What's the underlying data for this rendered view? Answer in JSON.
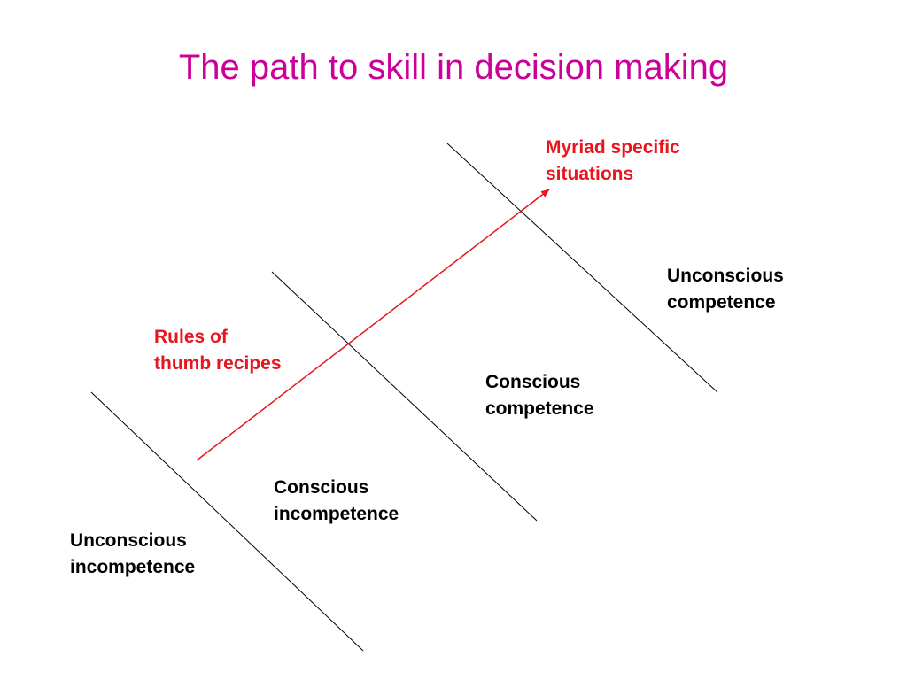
{
  "title": "The path to skill in decision making",
  "colors": {
    "title": "#cc0099",
    "path_arrow": "#e8141e",
    "stage_lines": "#000000",
    "red_labels": "#e8141e",
    "black_labels": "#000000"
  },
  "stages": [
    {
      "line1": "Unconscious",
      "line2": "incompetence"
    },
    {
      "line1": "Conscious",
      "line2": "incompetence"
    },
    {
      "line1": "Conscious",
      "line2": "competence"
    },
    {
      "line1": "Unconscious",
      "line2": "competence"
    }
  ],
  "path_labels": {
    "start": {
      "line1": "Rules of",
      "line2": "thumb recipes"
    },
    "end": {
      "line1": "Myriad specific",
      "line2": "situations"
    }
  }
}
